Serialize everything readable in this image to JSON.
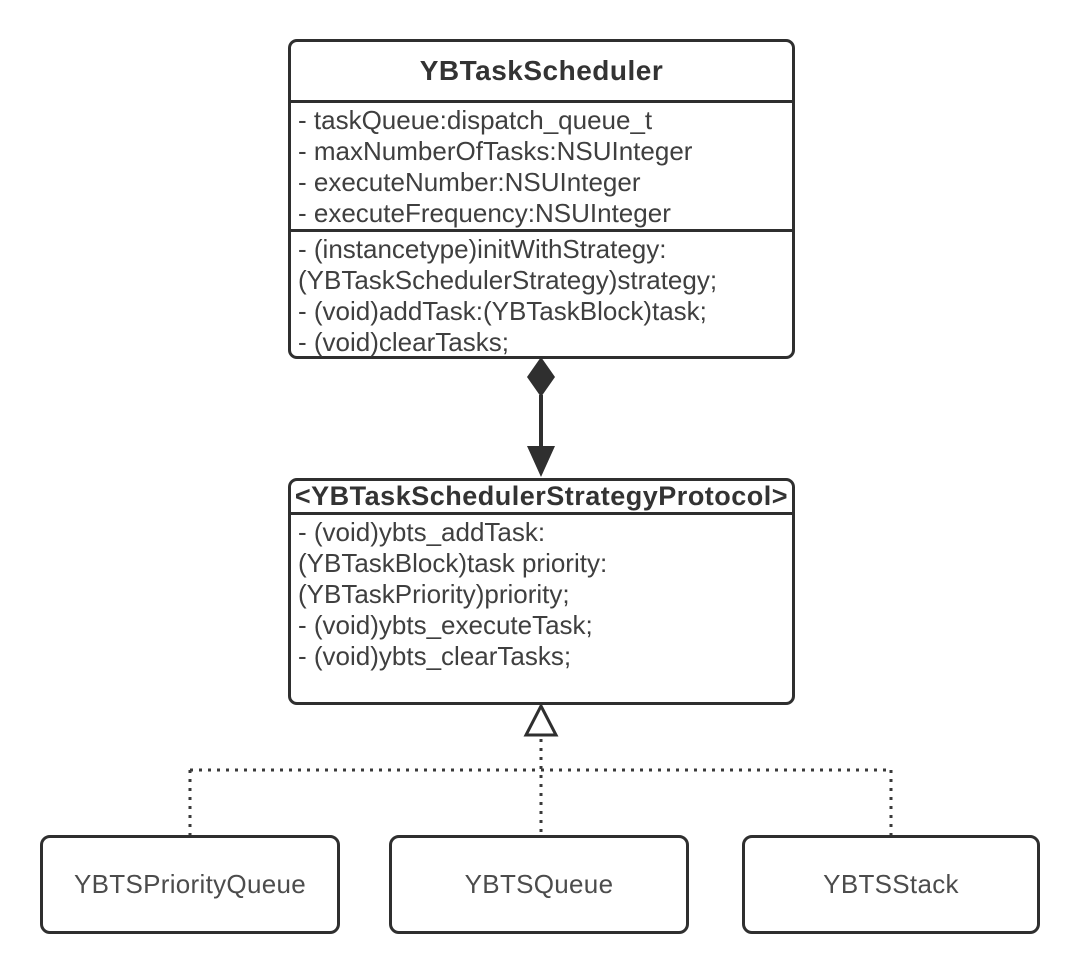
{
  "diagram": {
    "type": "uml-class-diagram",
    "colors": {
      "background": "#ffffff",
      "border": "#2f2f2f",
      "text": "#3f3f3f",
      "connector": "#333333"
    },
    "classes": [
      {
        "name": "YBTaskScheduler",
        "attributes": [
          "- taskQueue:dispatch_queue_t",
          "- maxNumberOfTasks:NSUInteger",
          "- executeNumber:NSUInteger",
          "- executeFrequency:NSUInteger"
        ],
        "methods": [
          "- (instancetype)initWithStrategy:",
          "(YBTaskSchedulerStrategy)strategy;",
          "- (void)addTask:(YBTaskBlock)task;",
          "- (void)clearTasks;"
        ]
      },
      {
        "name": "<YBTaskSchedulerStrategyProtocol>",
        "methods": [
          "- (void)ybts_addTask:",
          "(YBTaskBlock)task priority:",
          "(YBTaskPriority)priority;",
          "- (void)ybts_executeTask;",
          "- (void)ybts_clearTasks;"
        ]
      },
      {
        "name": "YBTSPriorityQueue"
      },
      {
        "name": "YBTSQueue"
      },
      {
        "name": "YBTSStack"
      }
    ],
    "relationships": [
      {
        "type": "composition",
        "from": "YBTaskScheduler",
        "to": "<YBTaskSchedulerStrategyProtocol>",
        "line_style": "solid",
        "head": "filled-arrow",
        "tail": "filled-diamond"
      },
      {
        "type": "realization",
        "from": "YBTSPriorityQueue",
        "to": "<YBTaskSchedulerStrategyProtocol>",
        "line_style": "dotted",
        "head": "hollow-triangle"
      },
      {
        "type": "realization",
        "from": "YBTSQueue",
        "to": "<YBTaskSchedulerStrategyProtocol>",
        "line_style": "dotted",
        "head": "hollow-triangle"
      },
      {
        "type": "realization",
        "from": "YBTSStack",
        "to": "<YBTaskSchedulerStrategyProtocol>",
        "line_style": "dotted",
        "head": "hollow-triangle"
      }
    ]
  }
}
